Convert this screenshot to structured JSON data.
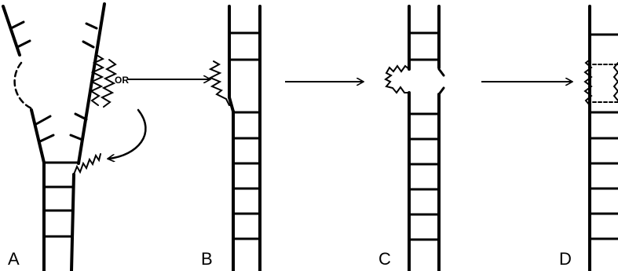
{
  "panels": [
    {
      "label": "A"
    },
    {
      "label": "B"
    },
    {
      "label": "C"
    },
    {
      "label": "D"
    }
  ],
  "annotation": {
    "or_text": "OR"
  },
  "colors": {
    "ink": "#000000",
    "background": "#ffffff"
  }
}
